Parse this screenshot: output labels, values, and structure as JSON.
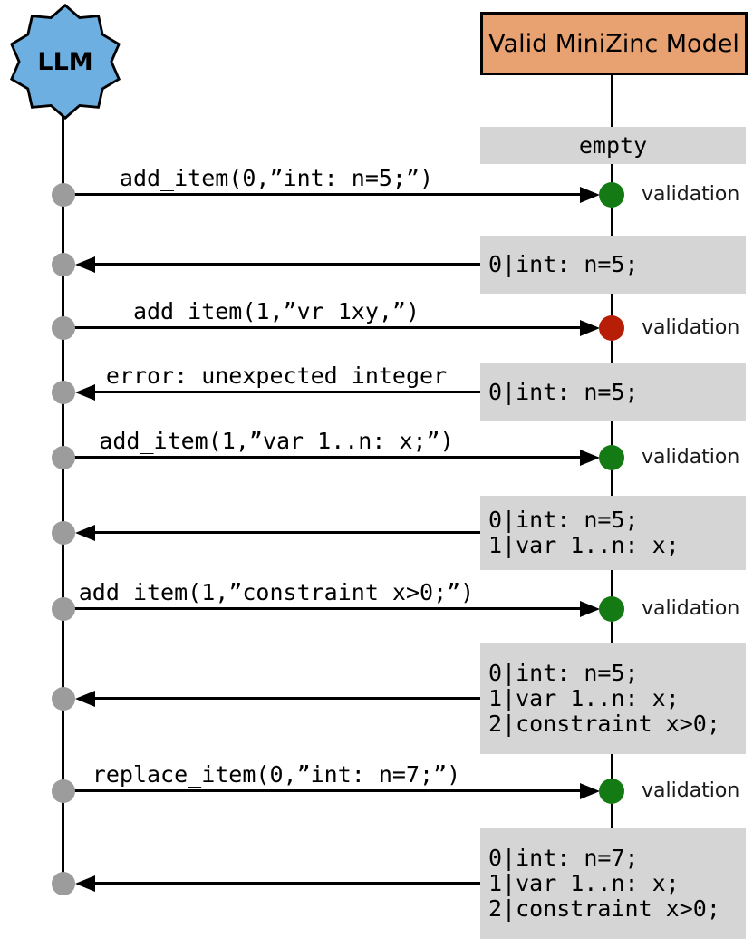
{
  "diagram": {
    "type": "sequence-diagram",
    "actors": {
      "llm": {
        "label": "LLM",
        "shape": "burst-star",
        "color": "#6cafe0"
      },
      "model": {
        "label": "Valid MiniZinc Model",
        "shape": "rect",
        "color": "#e8a170"
      }
    },
    "initial_state": "empty",
    "labels": {
      "validation": "validation"
    },
    "colors": {
      "valid_dot": "#147a14",
      "invalid_dot": "#b71e08",
      "event_dot": "#9c9c9c",
      "state_box": "#d5d5d5",
      "line": "#000000"
    },
    "exchanges": [
      {
        "call": "add_item(0,”int: n=5;”)",
        "result": "valid",
        "return_label": "",
        "state": [
          "0|int: n=5;"
        ]
      },
      {
        "call": "add_item(1,”vr 1xy,”)",
        "result": "invalid",
        "return_label": "error: unexpected integer",
        "state": [
          "0|int: n=5;"
        ]
      },
      {
        "call": "add_item(1,”var 1..n: x;”)",
        "result": "valid",
        "return_label": "",
        "state": [
          "0|int: n=5;",
          "1|var 1..n: x;"
        ]
      },
      {
        "call": "add_item(1,”constraint x>0;”)",
        "result": "valid",
        "return_label": "",
        "state": [
          "0|int: n=5;",
          "1|var 1..n: x;",
          "2|constraint x>0;"
        ]
      },
      {
        "call": "replace_item(0,”int: n=7;”)",
        "result": "valid",
        "return_label": "",
        "state": [
          "0|int: n=7;",
          "1|var 1..n: x;",
          "2|constraint x>0;"
        ]
      }
    ]
  }
}
